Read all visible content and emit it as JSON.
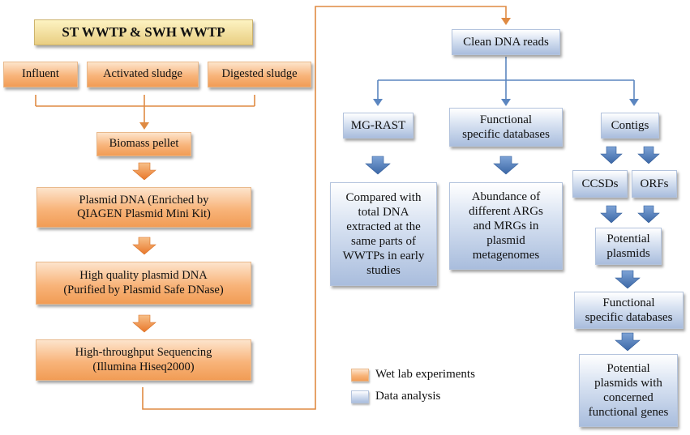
{
  "title": "ST WWTP & SWH WWTP",
  "wet_lab": {
    "influent": "Influent",
    "activated_sludge": "Activated sludge",
    "digested_sludge": "Digested sludge",
    "biomass_pellet": "Biomass pellet",
    "plasmid_dna": [
      "Plasmid DNA (Enriched by",
      "QIAGEN Plasmid Mini Kit)"
    ],
    "high_quality": [
      "High quality plasmid DNA",
      "(Purified by Plasmid Safe DNase)"
    ],
    "sequencing": [
      "High-throughput Sequencing",
      "(Illumina Hiseq2000)"
    ]
  },
  "analysis": {
    "clean_reads": "Clean DNA reads",
    "mg_rast": "MG-RAST",
    "functional_db": [
      "Functional",
      "specific databases"
    ],
    "contigs": "Contigs",
    "compared": [
      "Compared with",
      "total DNA",
      "extracted at the",
      "same parts of",
      "WWTPs in early",
      "studies"
    ],
    "abundance": [
      "Abundance of",
      "different ARGs",
      "and MRGs in",
      "plasmid",
      "metagenomes"
    ],
    "ccsds": "CCSDs",
    "orfs": "ORFs",
    "potential_plasmids": [
      "Potential",
      "plasmids"
    ],
    "functional_db2": [
      "Functional",
      "specific databases"
    ],
    "potential_with_genes": [
      "Potential",
      "plasmids with",
      "concerned",
      "functional genes"
    ]
  },
  "legend": {
    "wet_lab": "Wet lab experiments",
    "data_analysis": "Data analysis"
  },
  "colors": {
    "orange_arrow": "#ed8a3a",
    "blue_arrow": "#4f7dbd",
    "orange_line": "#df8a42",
    "blue_line": "#5b86c0"
  }
}
